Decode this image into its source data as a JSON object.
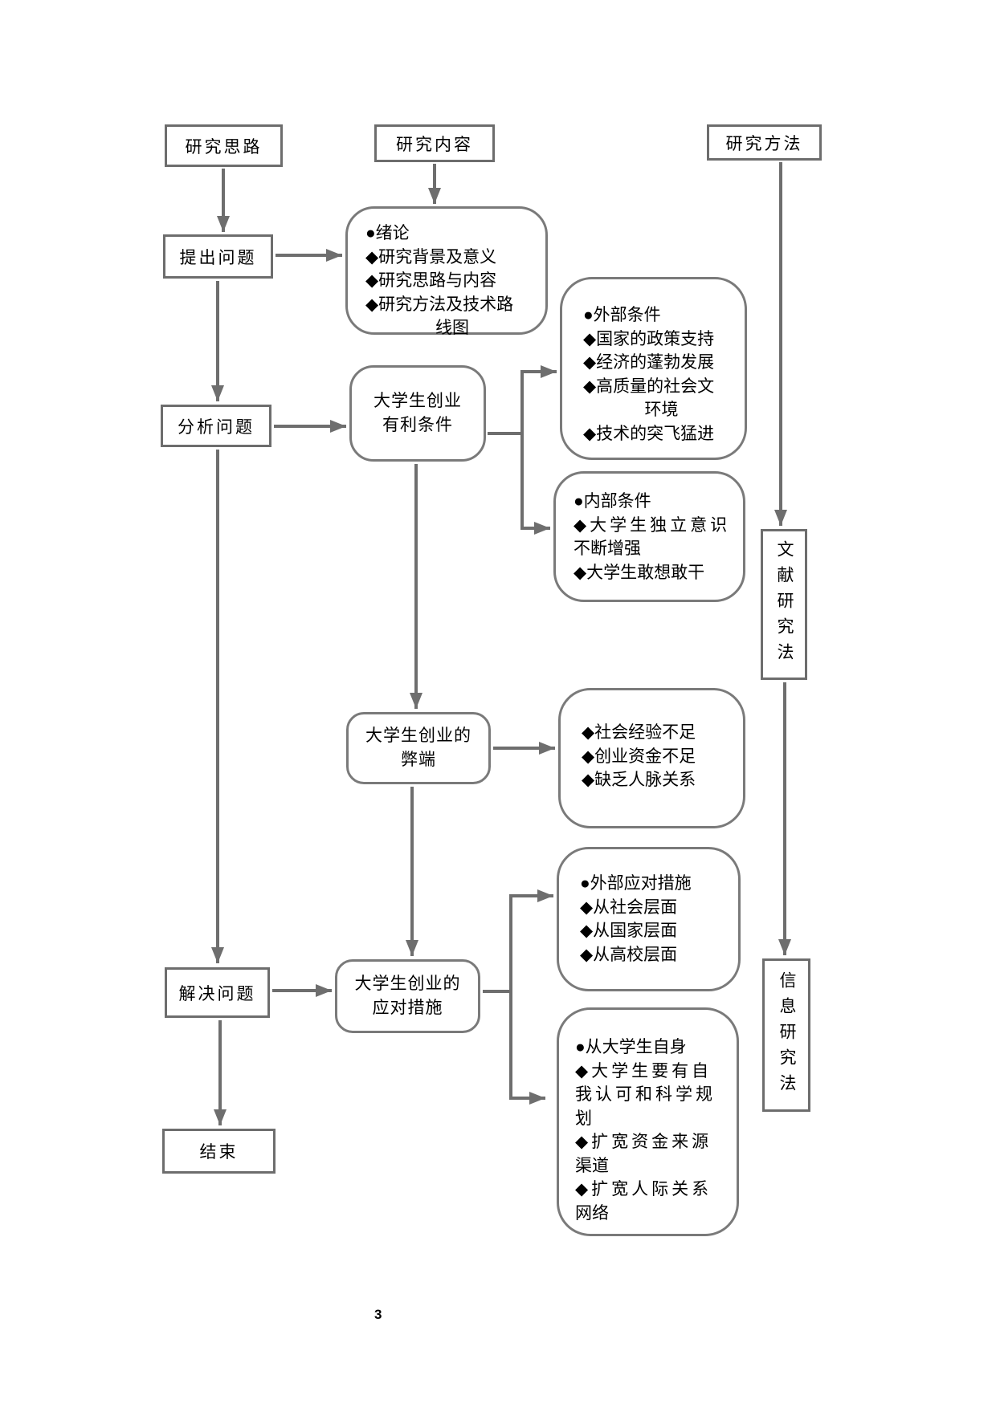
{
  "headers": {
    "approach": "研究思路",
    "content": "研究内容",
    "method": "研究方法"
  },
  "left_steps": {
    "raise": "提出问题",
    "analyze": "分析问题",
    "solve": "解决问题",
    "end": "结束"
  },
  "center_nodes": {
    "intro": {
      "lines": [
        "●绪论",
        "◆研究背景及意义",
        "◆研究思路与内容",
        "◆研究方法及技术路",
        "线图"
      ]
    },
    "advantages": {
      "lines": [
        "大学生创业",
        "有利条件"
      ]
    },
    "drawbacks": {
      "lines": [
        "大学生创业的",
        "弊端"
      ]
    },
    "measures": {
      "lines": [
        "大学生创业的",
        "应对措施"
      ]
    }
  },
  "detail_nodes": {
    "external_conditions": {
      "lines": [
        "●外部条件",
        "◆国家的政策支持",
        "◆经济的蓬勃发展",
        "◆高质量的社会文",
        "环境",
        "◆技术的突飞猛进"
      ]
    },
    "internal_conditions": {
      "lines": [
        "●内部条件",
        "◆大学生独立意识",
        "不断增强",
        "◆大学生敢想敢干"
      ]
    },
    "drawback_list": {
      "lines": [
        "◆社会经验不足",
        "◆创业资金不足",
        "◆缺乏人脉关系"
      ]
    },
    "external_measures": {
      "lines": [
        "●外部应对措施",
        "◆从社会层面",
        "◆从国家层面",
        "◆从高校层面"
      ]
    },
    "self_measures": {
      "lines": [
        "●从大学生自身",
        "◆大学生要有自",
        "我认可和科学规",
        "划",
        "◆扩宽资金来源",
        "渠道",
        "◆扩宽人际关系",
        "网络"
      ]
    }
  },
  "methods": {
    "literature": "文献研究法",
    "information": "信息研究法"
  },
  "page_number": "3"
}
